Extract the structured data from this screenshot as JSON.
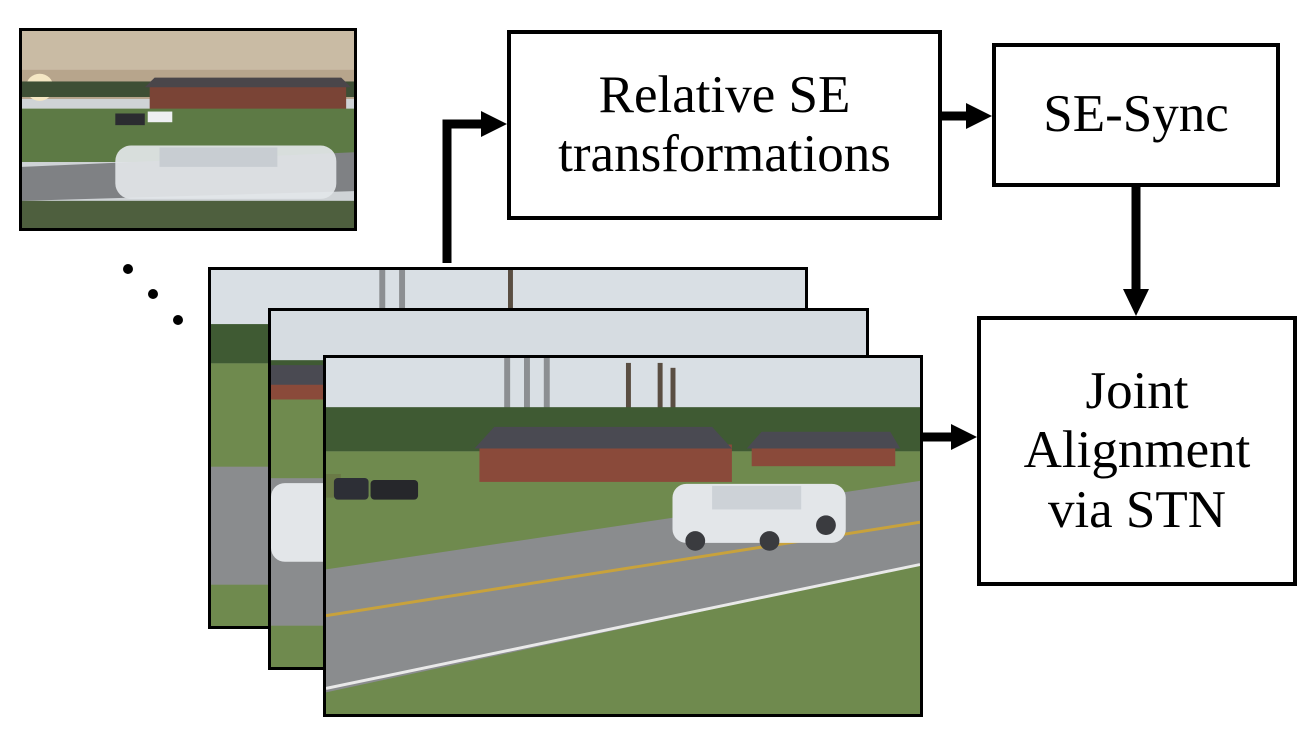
{
  "diagram": {
    "box_relative": {
      "line1": "Relative SE",
      "line2": "transformations"
    },
    "box_sesync": {
      "label": "SE-Sync"
    },
    "box_joint": {
      "line1": "Joint",
      "line2": "Alignment",
      "line3": "via STN"
    },
    "ellipsis": "..."
  },
  "colors": {
    "line": "#000000",
    "sky": "#d9dfe4",
    "grass": "#6f8a4e",
    "road": "#8a8c8e",
    "house": "#8a4a3a",
    "roof": "#4a4a52",
    "car": "#e9ebee",
    "trees": "#3f5a33"
  },
  "icons": [
    "video-frame-image",
    "arrow-right-icon",
    "arrow-down-icon"
  ]
}
